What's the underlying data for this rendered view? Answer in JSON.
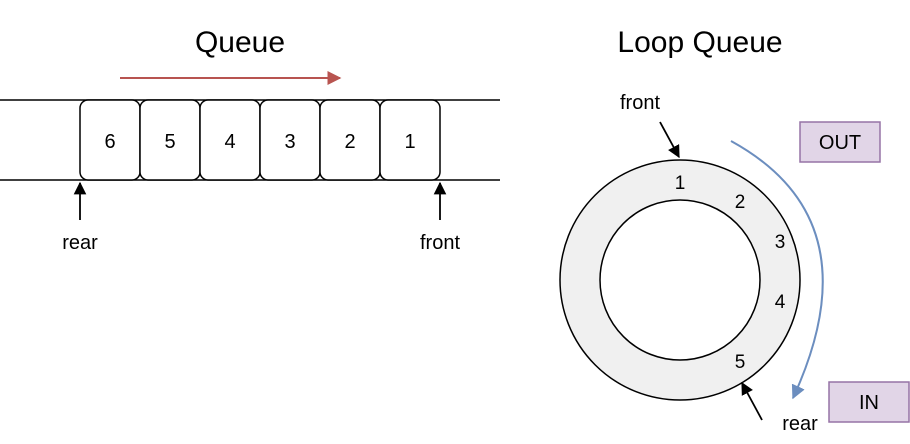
{
  "queue": {
    "title": "Queue",
    "cells": [
      "6",
      "5",
      "4",
      "3",
      "2",
      "1"
    ],
    "rear_label": "rear",
    "front_label": "front",
    "flow_arrow_color": "#b85450"
  },
  "loop_queue": {
    "title": "Loop Queue",
    "front_label": "front",
    "rear_label": "rear",
    "slots": [
      "1",
      "2",
      "3",
      "4",
      "5"
    ],
    "ring_fill": "#f0f0f0",
    "flow_arrow_color": "#6c8ebf",
    "out_label": "OUT",
    "in_label": "IN",
    "tag_fill": "#e1d5e7",
    "tag_stroke": "#9673a6"
  }
}
